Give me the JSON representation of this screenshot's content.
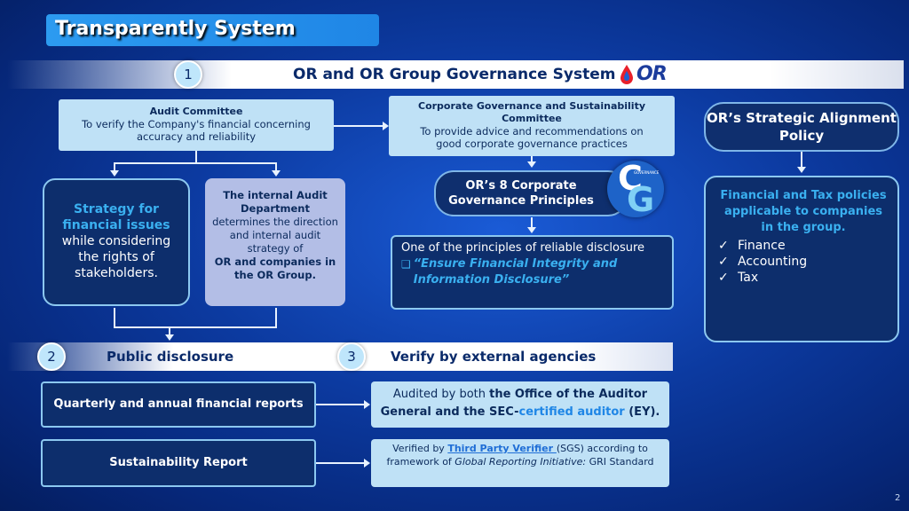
{
  "title": "Transparently System",
  "section1": {
    "number": "1",
    "heading": "OR and OR Group Governance System",
    "logo_text": "OR"
  },
  "audit_committee": {
    "title": "Audit Committee",
    "desc": "To verify the Company's financial concerning accuracy and reliability"
  },
  "cg_committee": {
    "title": "Corporate Governance and Sustainability Committee",
    "desc": "To provide advice and recommendations on good corporate governance practices"
  },
  "strategy_box": {
    "highlight": "Strategy for financial issues",
    "rest": "while considering the rights of stakeholders."
  },
  "internal_audit": {
    "bold1": "The internal Audit Department",
    "mid": "determines the direction and internal audit strategy of",
    "bold2": "OR and companies in the OR Group."
  },
  "principles": {
    "title": "OR’s 8 Corporate Governance Principles",
    "logo_c": "C",
    "logo_g": "G",
    "logo_small": "GOVERNANCE"
  },
  "disclosure_box": {
    "text": "One of the principles of reliable disclosure",
    "bullet": "❑",
    "quote": "“Ensure Financial Integrity and Information Disclosure”"
  },
  "strategic_policy": {
    "title": "OR’s Strategic Alignment Policy"
  },
  "tax_box": {
    "heading": "Financial and Tax policies applicable to companies in the group.",
    "items": [
      "Finance",
      "Accounting",
      "Tax"
    ],
    "check": "✓"
  },
  "section2": {
    "number": "2",
    "heading": "Public disclosure"
  },
  "section3": {
    "number": "3",
    "heading": "Verify by external agencies"
  },
  "reports": {
    "quarterly": "Quarterly and annual financial reports",
    "sustainability": "Sustainability Report"
  },
  "audited": {
    "pre": "Audited by both ",
    "bold1": "the Office of the Auditor General and the SEC-",
    "blue": "certified auditor",
    "bold2": " (EY)."
  },
  "verified": {
    "pre": "Verified by ",
    "link": "Third Party Verifier ",
    "mid": "(SGS) according to framework of ",
    "ital1": "Global Reporting Initiative:",
    "end": " GRI Standard"
  },
  "page_number": "2",
  "colors": {
    "background": "#0c3aa0",
    "light_box": "#bfe1f6",
    "lavender": "#b3bee6",
    "accent_blue": "#3ab0f0"
  }
}
